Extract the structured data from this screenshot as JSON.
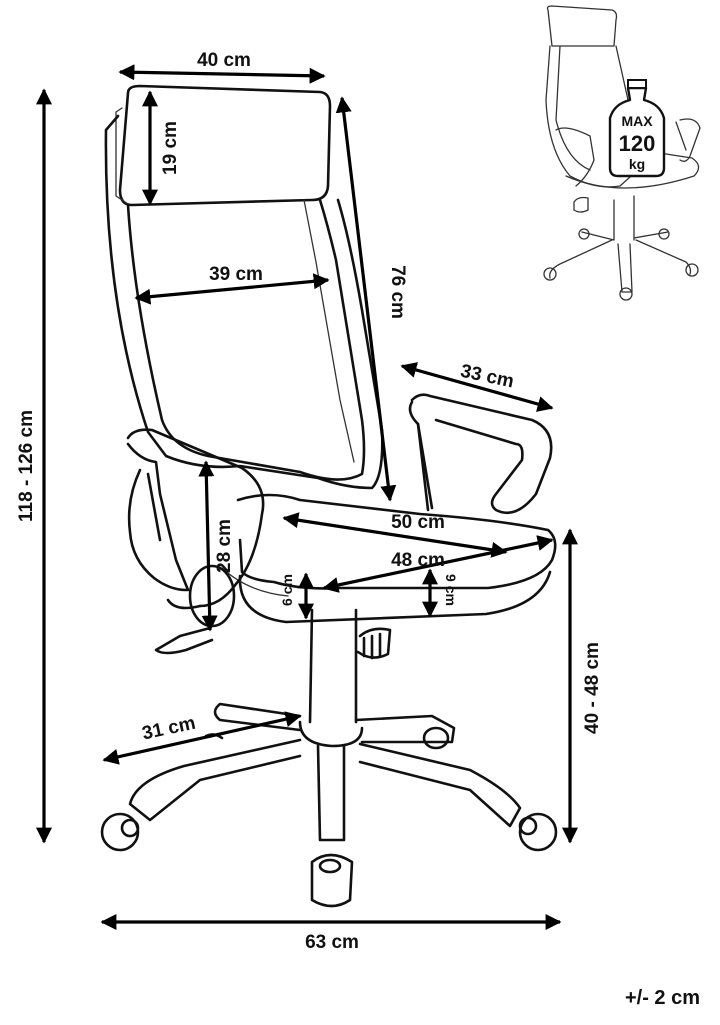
{
  "dimensions": {
    "headrest_width": "40 cm",
    "headrest_height": "19 cm",
    "backrest_width": "39 cm",
    "backrest_height": "76 cm",
    "overall_height": "118 - 126 cm",
    "armrest_length": "33 cm",
    "seat_width": "50 cm",
    "seat_depth": "48 cm",
    "armrest_height": "28 cm",
    "seat_thickness_front": "6 cm",
    "seat_thickness_back": "9 cm",
    "seat_height": "40 - 48 cm",
    "leg_length": "31 cm",
    "base_width": "63 cm"
  },
  "badge": {
    "line1": "MAX",
    "line2": "120",
    "line3": "kg"
  },
  "tolerance": "+/- 2 cm"
}
